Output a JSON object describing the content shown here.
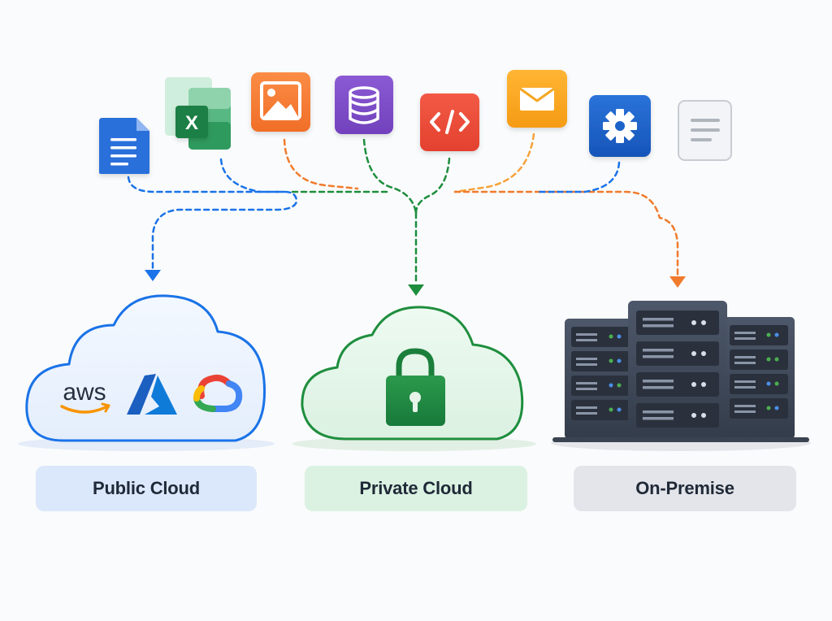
{
  "source_icons": [
    {
      "name": "google-docs-icon",
      "color": "#2a6fdb"
    },
    {
      "name": "excel-icon",
      "color": "#1e7f45",
      "glyph": "X"
    },
    {
      "name": "image-file-icon",
      "color": "#f47c36"
    },
    {
      "name": "database-icon",
      "color": "#7e4cc6"
    },
    {
      "name": "code-file-icon",
      "color": "#ea4d3a"
    },
    {
      "name": "email-icon",
      "color": "#f5a623"
    },
    {
      "name": "settings-gear-icon",
      "color": "#1f63c9"
    },
    {
      "name": "text-document-icon",
      "color": "#eef0f4"
    }
  ],
  "destinations": [
    {
      "id": "public-cloud",
      "label": "Public Cloud",
      "color": "#1a73e8",
      "logos": [
        {
          "name": "aws-logo",
          "text": "aws"
        },
        {
          "name": "azure-logo"
        },
        {
          "name": "google-cloud-logo"
        }
      ]
    },
    {
      "id": "private-cloud",
      "label": "Private Cloud",
      "color": "#1e8e3e",
      "icon": "padlock-icon"
    },
    {
      "id": "on-premise",
      "label": "On-Premise",
      "color": "#f07b2d",
      "icon": "server-rack-icon"
    }
  ],
  "connector_colors": {
    "blue": "#1a73e8",
    "green": "#1e8e3e",
    "orange": "#f07b2d"
  }
}
